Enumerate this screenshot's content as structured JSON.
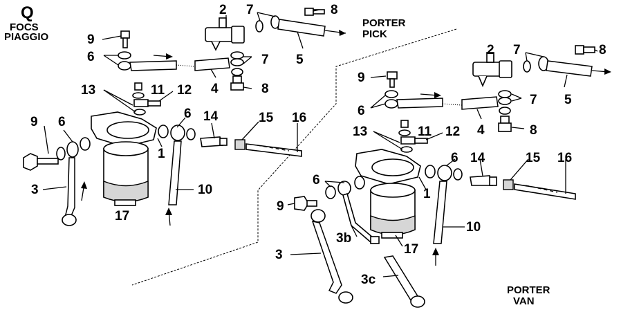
{
  "header": {
    "letter": "Q",
    "line1": "FOCS",
    "line2": "PIAGGIO"
  },
  "sections": {
    "pick": {
      "line1": "PORTER",
      "line2": "PICK"
    },
    "van": {
      "line1": "PORTER",
      "line2": "VAN"
    }
  },
  "callouts": {
    "left": {
      "c2": "2",
      "c7": "7",
      "c8a": "8",
      "c9a": "9",
      "c6a": "6",
      "c7b": "7",
      "c5": "5",
      "c4": "4",
      "c8b": "8",
      "c13": "13",
      "c11": "11",
      "c12": "12",
      "c9b": "9",
      "c6b": "6",
      "c6c": "6",
      "c14": "14",
      "c15": "15",
      "c16": "16",
      "c1": "1",
      "c3": "3",
      "c10": "10",
      "c17": "17"
    },
    "right": {
      "c2": "2",
      "c7": "7",
      "c8a": "8",
      "c9a": "9",
      "c6a": "6",
      "c7b": "7",
      "c5": "5",
      "c4": "4",
      "c8b": "8",
      "c13": "13",
      "c11": "11",
      "c12": "12",
      "c6b": "6",
      "c14": "14",
      "c15": "15",
      "c16": "16",
      "c6c": "6",
      "c1": "1",
      "c9b": "9",
      "c3b": "3b",
      "c10": "10",
      "c17": "17",
      "c3": "3",
      "c3c": "3c"
    }
  }
}
